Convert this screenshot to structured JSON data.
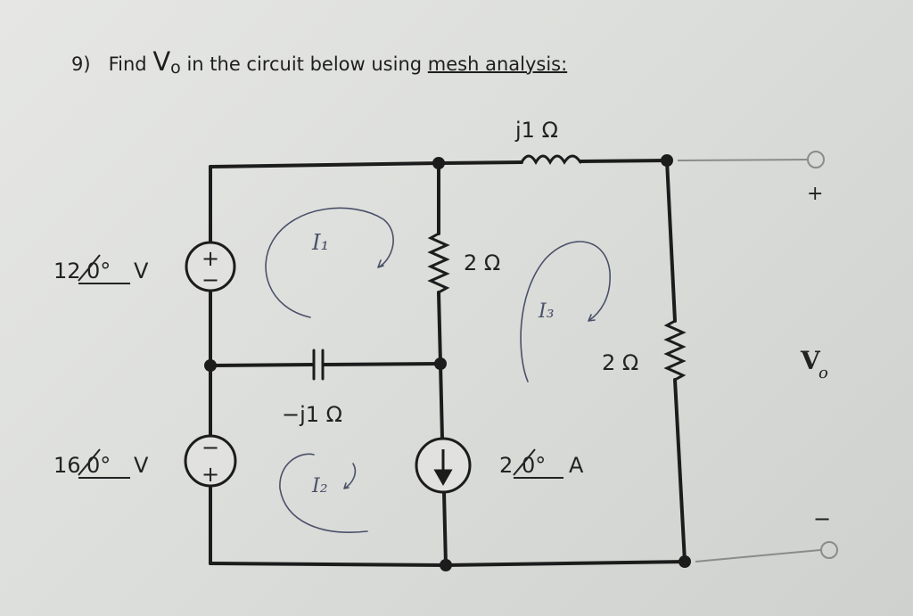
{
  "question": {
    "number": "9)",
    "text_before": "Find",
    "v_main": "V",
    "v_sub": "o",
    "text_middle": "in the circuit below using",
    "underlined": "mesh analysis:"
  },
  "circuit": {
    "inductor_label": "j1 Ω",
    "capacitor_label": "−j1 Ω",
    "resistor_middle_label": "2 Ω",
    "resistor_right_label": "2 Ω",
    "source_top": {
      "magnitude": "12",
      "angle": "0°",
      "unit": "V",
      "top_sign": "+",
      "bottom_sign": "−"
    },
    "source_bottom": {
      "magnitude": "16",
      "angle": "0°",
      "unit": "V",
      "top_sign": "−",
      "bottom_sign": "+"
    },
    "current_source": {
      "magnitude": "2",
      "angle": "0°",
      "unit": "A"
    },
    "output": {
      "plus": "+",
      "minus": "−",
      "label_main": "V",
      "label_sub": "o"
    }
  },
  "handwritten": {
    "mesh1": "I₁",
    "mesh2": "I₂",
    "mesh3": "I₃"
  },
  "colors": {
    "ink": "#1c1c1c",
    "pencil": "#4a5068",
    "paper": "#dfe0dd"
  }
}
